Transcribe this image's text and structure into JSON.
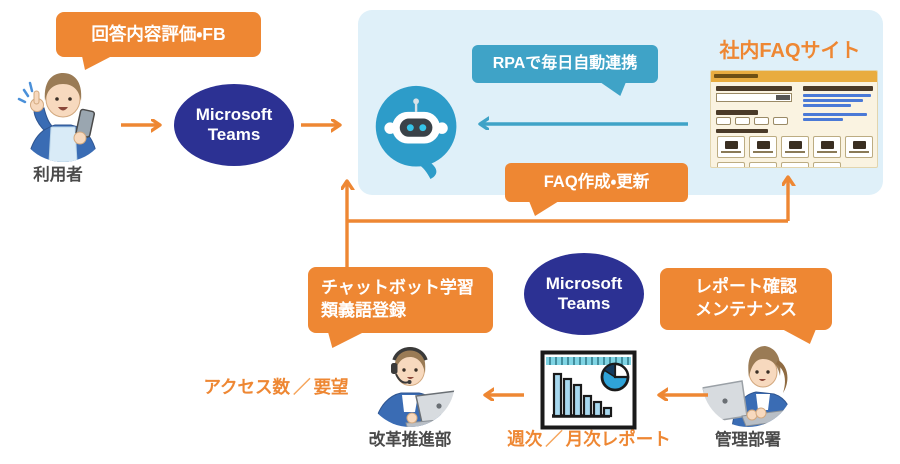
{
  "colors": {
    "orange": "#EE8733",
    "orange-light": "#F5A55C",
    "teal": "#3FA3C7",
    "chatbot-teal": "#2D9CC9",
    "indigo": "#2C3193",
    "panel-bg": "#DFF0F9",
    "label-color": "#4A4A4A"
  },
  "bubbles": {
    "feedback": "回答内容評価・FB",
    "rpa": "RPAで毎日自動連携",
    "faq_update": "FAQ作成・更新",
    "learning_line1": "チャットボット学習",
    "learning_line2": "類義語登録",
    "report_line1": "レポート確認",
    "report_line2": "メンテナンス"
  },
  "nodes": {
    "teams1": "Microsoft Teams",
    "teams2": "Microsoft Teams",
    "faq_site_title": "社内FAQサイト"
  },
  "labels": {
    "user": "利用者",
    "kaikaku": "改革推進部",
    "kanri": "管理部署",
    "access_part1": "アクセス数",
    "access_sep": "／",
    "access_part2": "要望",
    "weekly_part1": "週次",
    "weekly_sep": "／",
    "weekly_part2": "月次レポート"
  },
  "icons": {
    "star": "★"
  }
}
